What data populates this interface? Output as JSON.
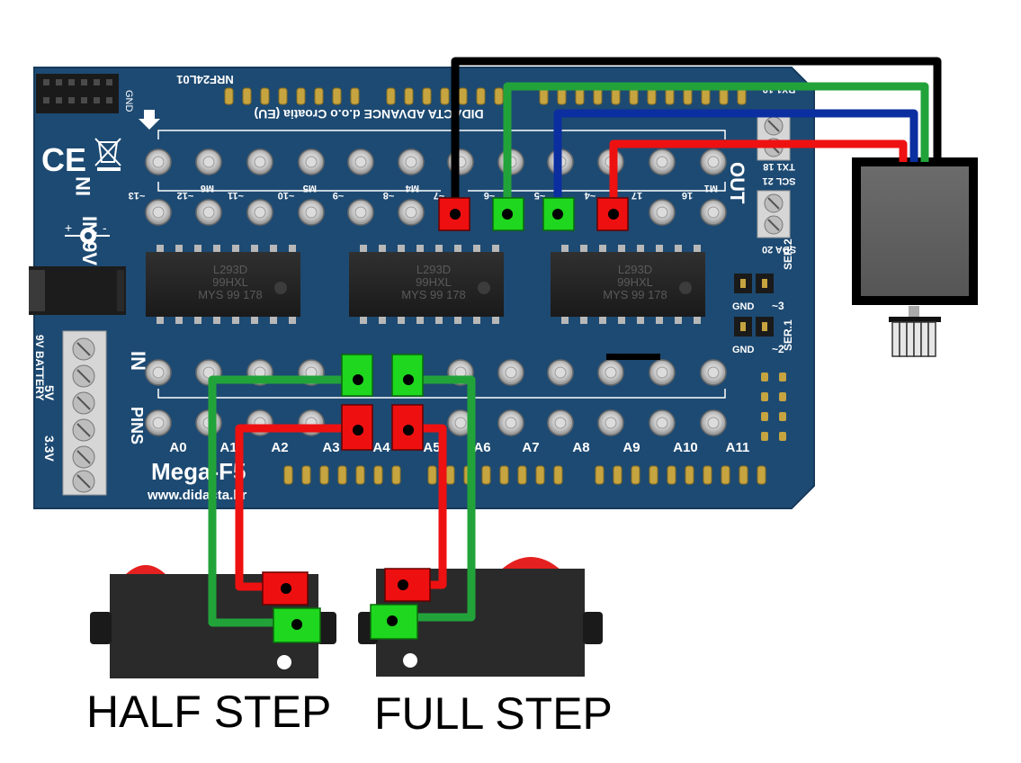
{
  "board": {
    "name": "Mega-F5",
    "website": "www.didacta.hr",
    "maker": "DIDACTA ADVANCE d.o.o Croatia (EU)",
    "module_label": "NRF24L01",
    "gnd_label": "GND",
    "ce_mark": "CE",
    "power_in": "IN 9V",
    "chip_name": "L293D",
    "chip_line2": "99HXL",
    "chip_line3": "MYS  99 178",
    "motor_labels": [
      "M6",
      "M5",
      "M4",
      "M1"
    ],
    "pin_labels_top": [
      "~13",
      "~12",
      "~11",
      "~10",
      "~9",
      "~8",
      "~7",
      "~6",
      "~5",
      "~4",
      "17",
      "16"
    ],
    "analog_labels": [
      "A0",
      "A1",
      "A2",
      "A3",
      "A4",
      "A5",
      "A6",
      "A7",
      "A8",
      "A9",
      "A10",
      "A11"
    ],
    "ser_labels": [
      "SER.2",
      "SER.1",
      "~3",
      "~2",
      "GND",
      "GND"
    ],
    "terminal_labels": [
      "RX1 19",
      "TX1 18",
      "SCL 21",
      "SDA 20"
    ],
    "battery_labels": [
      "9V BATTERY",
      "5V",
      "3.3V"
    ],
    "side_labels": [
      "IN",
      "PINS",
      "OUT",
      "IN"
    ]
  },
  "switches": {
    "half_step": "HALF STEP",
    "full_step": "FULL STEP"
  },
  "colors": {
    "board": "#1d4a72",
    "wire_black": "#000000",
    "wire_green": "#22a33a",
    "wire_blue": "#0b2fa0",
    "wire_red": "#ee1111",
    "connector_green": "#1ed71e",
    "connector_red": "#ee1010"
  }
}
